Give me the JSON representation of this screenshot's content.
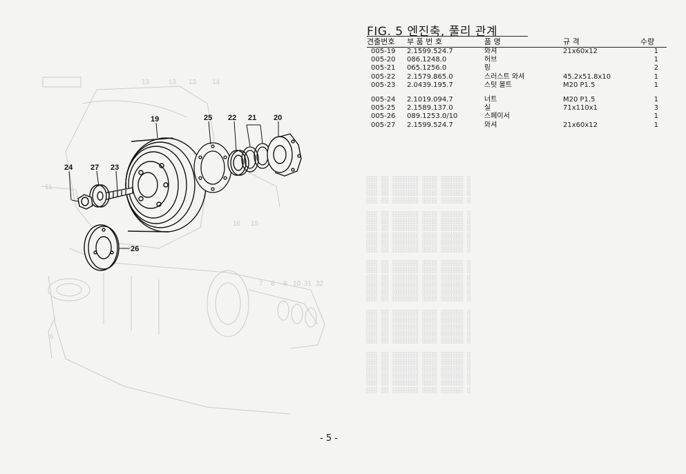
{
  "figure": {
    "title": "FIG. 5 엔진축, 풀리 관계",
    "callouts": [
      "19",
      "25",
      "22",
      "21",
      "20",
      "24",
      "27",
      "23",
      "26"
    ]
  },
  "table": {
    "headers": {
      "code": "견출번호",
      "part_no": "부 품 번 호",
      "name": "품        명",
      "spec": "규        격",
      "qty": "수량"
    },
    "rows": [
      {
        "code": "005-19",
        "part_no": "2.1599.524.7",
        "name": "와셔",
        "spec": "21x60x12",
        "qty": "1"
      },
      {
        "code": "005-20",
        "part_no": "086.1248.0",
        "name": "허브",
        "spec": "",
        "qty": "1"
      },
      {
        "code": "005-21",
        "part_no": "065.1256.0",
        "name": "링",
        "spec": "",
        "qty": "2"
      },
      {
        "code": "005-22",
        "part_no": "2.1579.865.0",
        "name": "스러스트 와셔",
        "spec": "45.2x51.8x10",
        "qty": "1"
      },
      {
        "code": "005-23",
        "part_no": "2.0439.195.7",
        "name": "스텃 볼트",
        "spec": "M20 P1.5",
        "qty": "1"
      },
      {
        "code": "005-24",
        "part_no": "2.1019.094.7",
        "name": "너트",
        "spec": "M20 P1.5",
        "qty": "1"
      },
      {
        "code": "005-25",
        "part_no": "2.1589.137.0",
        "name": "실",
        "spec": "71x110x1",
        "qty": "3"
      },
      {
        "code": "005-26",
        "part_no": "089.1253.0/10",
        "name": "스페이서",
        "spec": "",
        "qty": "1"
      },
      {
        "code": "005-27",
        "part_no": "2.1599.524.7",
        "name": "와셔",
        "spec": "21x60x12",
        "qty": "1"
      }
    ]
  },
  "page_number": "- 5 -",
  "colors": {
    "ink": "#1a1a1a",
    "paper": "#f4f4f2",
    "bleed": "#c2c4c8"
  }
}
